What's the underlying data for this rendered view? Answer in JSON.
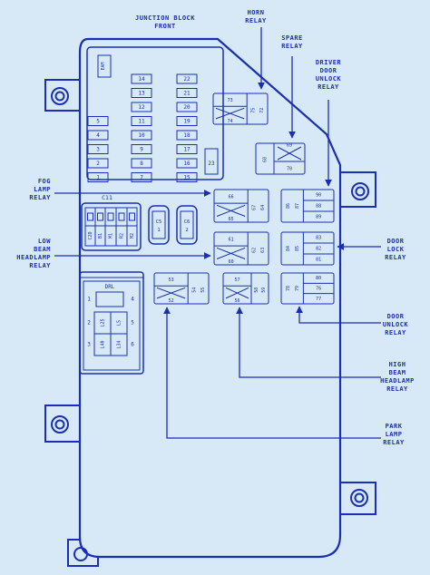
{
  "colors": {
    "background": "#d7e9f7",
    "ink": "#1a2fb5"
  },
  "title": [
    "JUNCTION BLOCK",
    "FRONT"
  ],
  "labels": {
    "horn": [
      "HORN",
      "RELAY"
    ],
    "spare": [
      "SPARE",
      "RELAY"
    ],
    "driver_door_unlock": [
      "DRIVER",
      "DOOR",
      "UNLOCK",
      "RELAY"
    ],
    "fog_lamp": [
      "FOG",
      "LAMP",
      "RELAY"
    ],
    "low_beam": [
      "LOW",
      "BEAM",
      "HEADLAMP",
      "RELAY"
    ],
    "door_lock": [
      "DOOR",
      "LOCK",
      "RELAY"
    ],
    "door_unlock": [
      "DOOR",
      "UNLOCK",
      "RELAY"
    ],
    "high_beam": [
      "HIGH",
      "BEAM",
      "HEADLAMP",
      "RELAY"
    ],
    "park_lamp": [
      "PARK",
      "LAMP",
      "RELAY"
    ]
  },
  "fuses": {
    "left_col": [
      "5",
      "4",
      "3",
      "2",
      "1"
    ],
    "mid_col": [
      "14",
      "13",
      "12",
      "11",
      "10",
      "9",
      "8",
      "7"
    ],
    "right_col": [
      "22",
      "21",
      "20",
      "19",
      "18",
      "17",
      "16",
      "15"
    ],
    "fuse_23": "23",
    "top_small": "EAM"
  },
  "connectors": {
    "c11": "C11",
    "c11_pins": [
      "C2D",
      "B1",
      "M1",
      "R2",
      "M2"
    ],
    "c5": [
      "C5",
      "1"
    ],
    "c6": [
      "C6",
      "2"
    ],
    "drl": "DRL",
    "drl_pins": [
      "1",
      "2",
      "3",
      "4",
      "5",
      "6"
    ],
    "drl_inner": [
      "L25",
      "L5",
      "L40",
      "L34"
    ]
  },
  "relays": {
    "horn": [
      "73",
      "74",
      "75",
      "72"
    ],
    "spare": [
      "68",
      "69",
      "70"
    ],
    "fog": [
      "66",
      "65",
      "67",
      "64"
    ],
    "low_beam": [
      "61",
      "60",
      "62",
      "63"
    ],
    "park": [
      "53",
      "52",
      "54",
      "55"
    ],
    "high_beam": [
      "57",
      "56",
      "58",
      "59"
    ],
    "driver_unlock": [
      "86",
      "87",
      "90",
      "88",
      "89"
    ],
    "door_lock": [
      "84",
      "85",
      "83",
      "82",
      "81"
    ],
    "door_unlock": [
      "78",
      "79",
      "80",
      "76",
      "77"
    ]
  }
}
